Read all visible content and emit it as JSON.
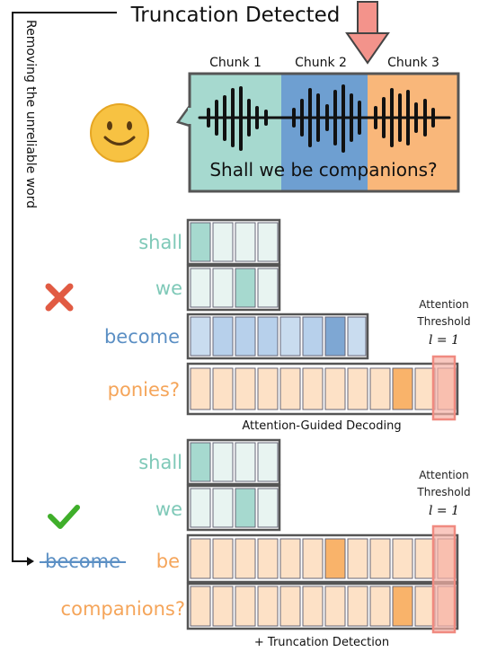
{
  "title": "Truncation Detected",
  "side_label": "Removing the unreliable word",
  "chunks": [
    "Chunk 1",
    "Chunk 2",
    "Chunk 3"
  ],
  "utterance": "Shall we be companions?",
  "section1": {
    "words": [
      "shall",
      "we",
      "become",
      "ponies?"
    ],
    "caption": "Attention-Guided Decoding",
    "threshold_label_1": "Attention",
    "threshold_label_2": "Threshold",
    "threshold_value": "l = 1"
  },
  "section2": {
    "words": [
      "shall",
      "we",
      "become",
      "be",
      "companions?"
    ],
    "caption": "+ Truncation Detection",
    "threshold_label_1": "Attention",
    "threshold_label_2": "Threshold",
    "threshold_value": "l = 1"
  },
  "colors": {
    "teal": "#7fc9b8",
    "blue": "#5b8fc4",
    "orange": "#f5a55a",
    "chunk1_bg": "#a6d9cf",
    "chunk2_bg": "#6e9fd1",
    "chunk3_bg": "#f9b77a",
    "threshold": "#f08a80",
    "cross": "#e15b43",
    "check": "#3fae2a"
  },
  "icons": {
    "speaker": "smiley-face-icon",
    "arrow": "down-arrow-icon",
    "wrong": "cross-icon",
    "right": "check-icon"
  }
}
